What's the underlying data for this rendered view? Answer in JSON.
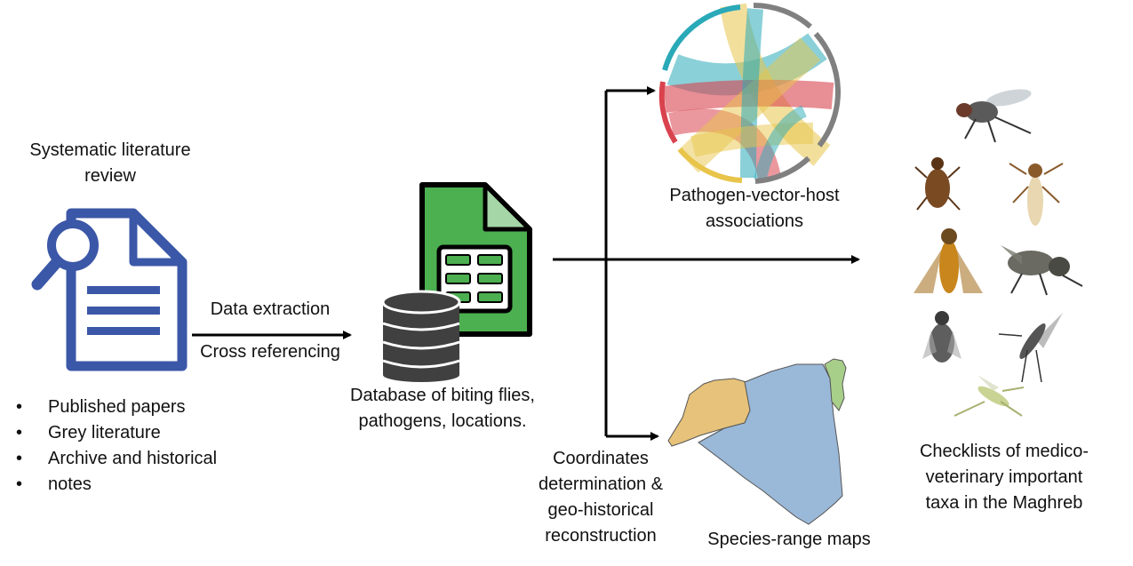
{
  "review": {
    "title_line1": "Systematic literature",
    "title_line2": "review",
    "sources": [
      "Published papers",
      "Grey literature",
      "Archive and historical",
      "notes"
    ]
  },
  "process": {
    "step1": "Data extraction",
    "step2": "Cross referencing"
  },
  "database": {
    "line1": "Database of biting flies,",
    "line2": "pathogens, locations."
  },
  "associations": {
    "line1": "Pathogen-vector-host",
    "line2": "associations"
  },
  "coordinates": {
    "lines": [
      "Coordinates",
      "determination &",
      "geo-historical",
      "reconstruction"
    ]
  },
  "maps": {
    "label": "Species-range maps"
  },
  "checklists": {
    "lines": [
      "Checklists of medico-",
      "veterinary important",
      "taxa in the Maghreb"
    ]
  },
  "colors": {
    "doc_blue": "#3b57a7",
    "sheet_green": "#4caf50",
    "db_dark": "#404040",
    "chord_teal": "#2aa9b8",
    "chord_red": "#d9434e",
    "chord_yellow": "#e8c54a",
    "chord_gray": "#808080",
    "map_orange": "#e6c27a",
    "map_blue": "#9ab8d8",
    "map_green": "#a8cf8a"
  }
}
